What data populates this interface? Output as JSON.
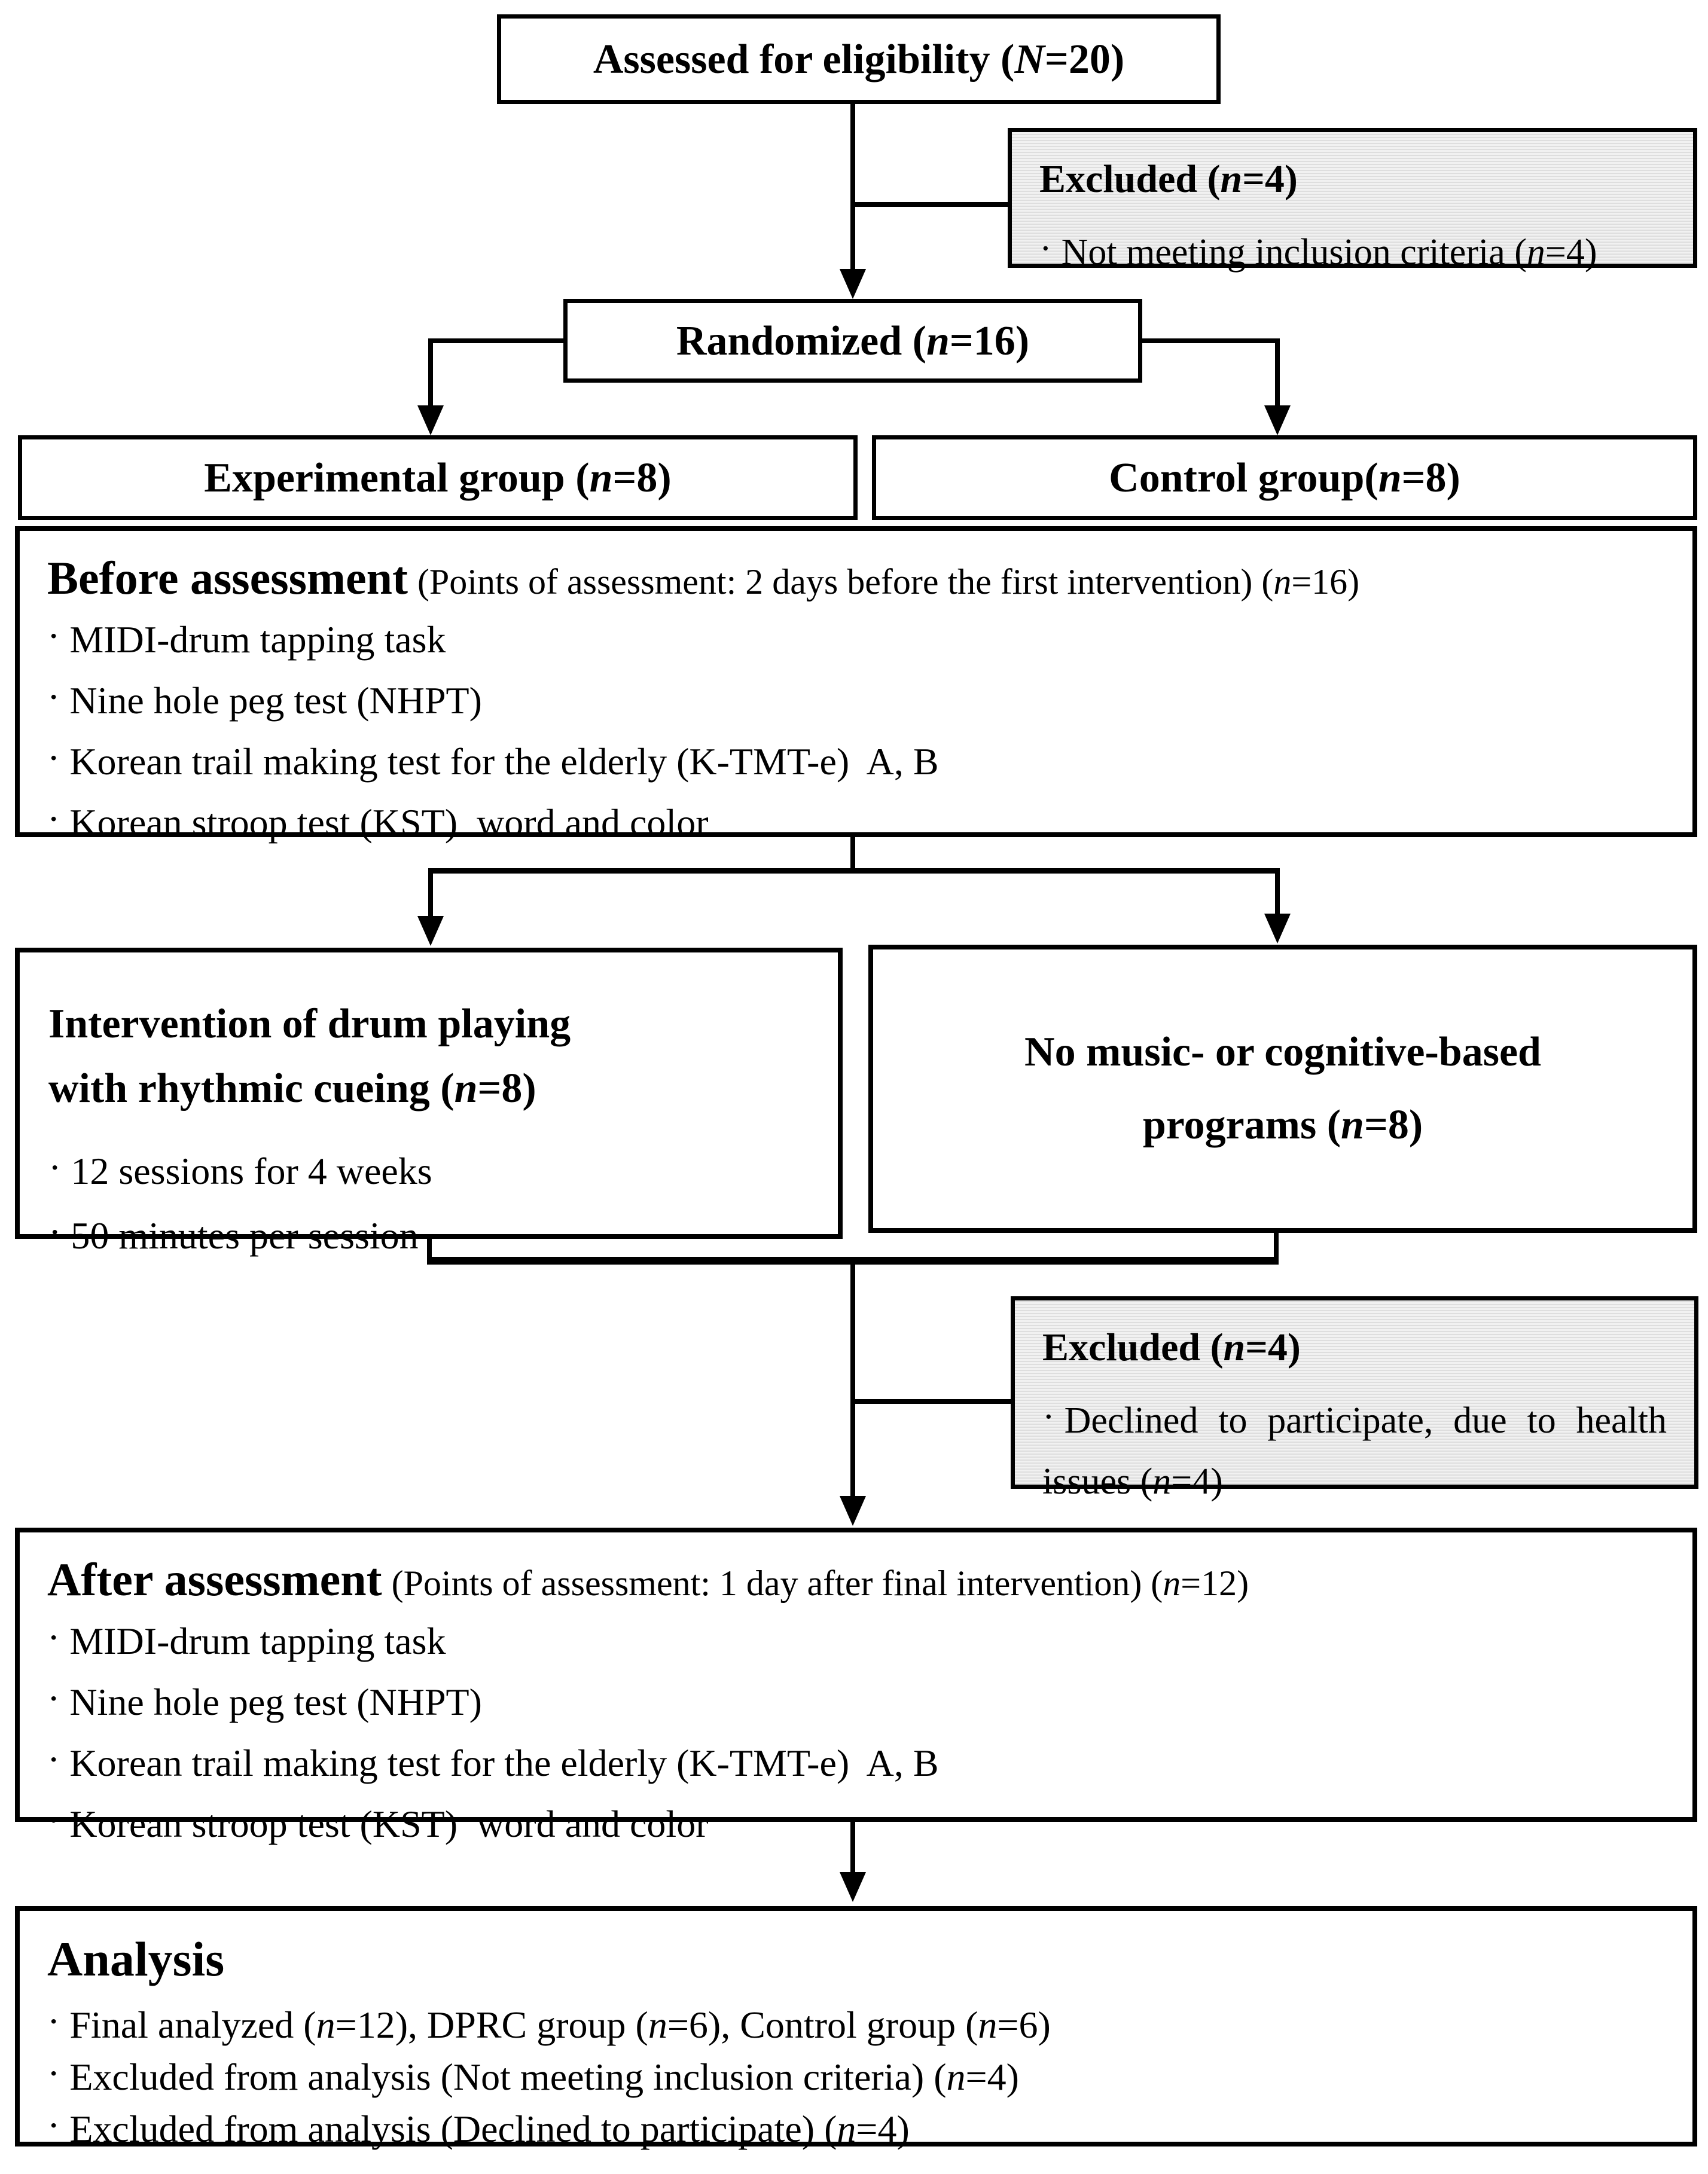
{
  "glyphs": {
    "bullet": "·"
  },
  "colors": {
    "line": "#000000",
    "box_border": "#000000",
    "excluded_box_bg": "#ececec",
    "background": "#ffffff"
  },
  "boxes": {
    "assessed": {
      "label": "Assessed for eligibility (N=20)"
    },
    "excluded_top": {
      "title": "Excluded (n=4)",
      "items": [
        "Not meeting inclusion criteria (n=4)"
      ]
    },
    "randomized": {
      "label": "Randomized (n=16)"
    },
    "experimental": {
      "label": "Experimental group (n=8)"
    },
    "control": {
      "label": "Control group(n=8)"
    },
    "before": {
      "title": "Before assessment",
      "subtitle": "(Points of assessment: 2 days before the first intervention) (n=16)",
      "items": [
        "MIDI-drum tapping task",
        "Nine hole peg test (NHPT)",
        "Korean trail making test for the elderly (K-TMT-e)  A, B",
        "Korean stroop test (KST)  word and color"
      ]
    },
    "intervention": {
      "title_lines": [
        "Intervention of drum playing",
        "with rhythmic cueing (n=8)"
      ],
      "items": [
        "12 sessions for 4 weeks",
        "50 minutes per session"
      ]
    },
    "no_program": {
      "title_lines": [
        "No music- or cognitive-based",
        "programs (n=8)"
      ]
    },
    "excluded_mid": {
      "title": "Excluded (n=4)",
      "items": [
        "Declined to participate, due to health issues (n=4)"
      ]
    },
    "after": {
      "title": "After assessment",
      "subtitle": "(Points of assessment: 1 day after final intervention) (n=12)",
      "items": [
        "MIDI-drum tapping task",
        "Nine hole peg test (NHPT)",
        "Korean trail making test for the elderly (K-TMT-e)  A, B",
        "Korean stroop test (KST)  word and color"
      ]
    },
    "analysis": {
      "title": "Analysis",
      "items": [
        "Final analyzed (n=12), DPRC group (n=6), Control group (n=6)",
        "Excluded from analysis (Not meeting inclusion criteria) (n=4)",
        "Excluded from analysis (Declined to participate) (n=4)"
      ]
    }
  }
}
